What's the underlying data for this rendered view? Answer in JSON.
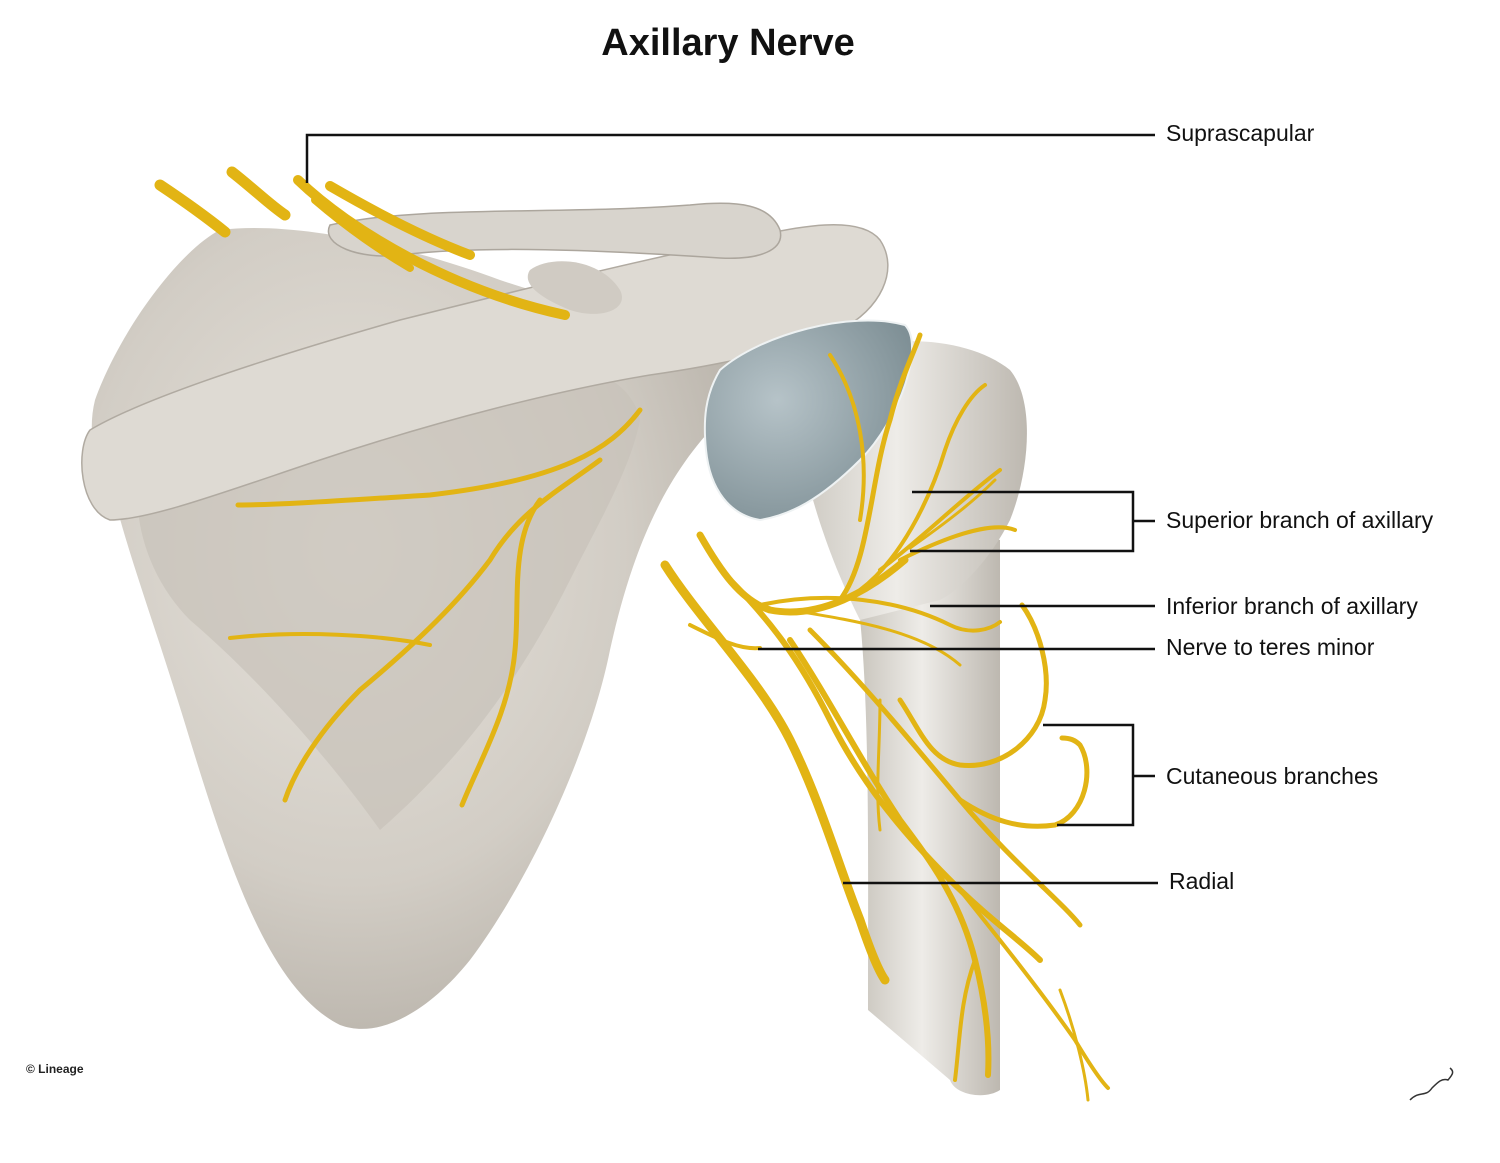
{
  "title": "Axillary Nerve",
  "labels": {
    "suprascapular": "Suprascapular",
    "superior_branch": "Superior branch of axillary",
    "inferior_branch": "Inferior branch of axillary",
    "teres_minor": "Nerve to teres minor",
    "cutaneous": "Cutaneous branches",
    "radial": "Radial"
  },
  "copyright": "© Lineage",
  "colors": {
    "nerve": "#e2b414",
    "nerve_edge": "#a57d06",
    "bone": "#d6d2cb",
    "bone_shadow": "#a8a39a",
    "cartilage": "#9aa8ad",
    "leader": "#111111"
  }
}
